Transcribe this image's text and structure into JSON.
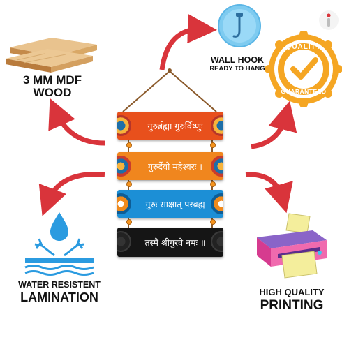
{
  "features": {
    "mdf": {
      "line1": "3 MM MDF",
      "line2": "WOOD"
    },
    "hook": {
      "line1": "WALL HOOK",
      "line2": "READY TO HANG"
    },
    "quality_badge": {
      "top": "QUALITY",
      "bottom": "GUARANTEED"
    },
    "lamination": {
      "line1": "WATER RESISTENT",
      "line2": "LAMINATION"
    },
    "printing": {
      "line1": "HIGH QUALITY",
      "line2": "PRINTING"
    }
  },
  "product": {
    "planks": [
      {
        "text": "गुरुर्ब्रह्मा गुरुर्विष्णुः",
        "color": "#e8501c"
      },
      {
        "text": "गुरुर्देवो महेश्वरः ।",
        "color": "#f0861e"
      },
      {
        "text": "गुरुः साक्षात् परब्रह्म",
        "color": "#1c8fd6"
      },
      {
        "text": "तस्मै श्रीगुरवे नमः ॥",
        "color": "#151515"
      }
    ]
  },
  "colors": {
    "arrow": "#d9343b",
    "badge": "#f5a623",
    "drop": "#2b9be0"
  },
  "icons": {
    "wood": "wood-planks-icon",
    "hook": "wall-hook-icon",
    "badge": "quality-badge-icon",
    "water": "water-drop-icon",
    "printer": "printer-icon",
    "brand": "brand-logo-icon"
  }
}
